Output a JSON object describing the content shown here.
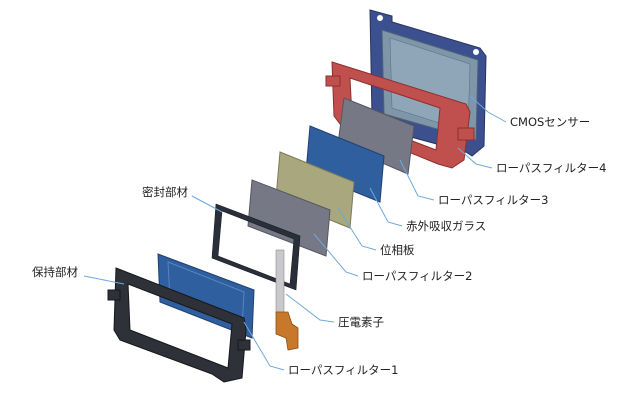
{
  "labels": {
    "cmos": "CMOSセンサー",
    "lpf4": "ローパスフィルター4",
    "lpf3": "ローパスフィルター3",
    "ir_glass": "赤外吸収ガラス",
    "phase_plate": "位相板",
    "lpf2": "ローパスフィルター2",
    "piezo": "圧電素子",
    "lpf1": "ローパスフィルター1",
    "seal": "密封部材",
    "holder": "保持部材"
  },
  "colors": {
    "leader": "#6fa8dc",
    "cmos_frame": "#3c4f8f",
    "cmos_sensor": "#7f96a8",
    "lpf4_frame": "#c0504d",
    "gray_filter": "#767985",
    "blue_filter": "#2f5f9e",
    "phase_plate": "#a9a77e",
    "seal": "#2b2f3a",
    "piezo": "#c8782a",
    "holder": "#2e3138"
  }
}
